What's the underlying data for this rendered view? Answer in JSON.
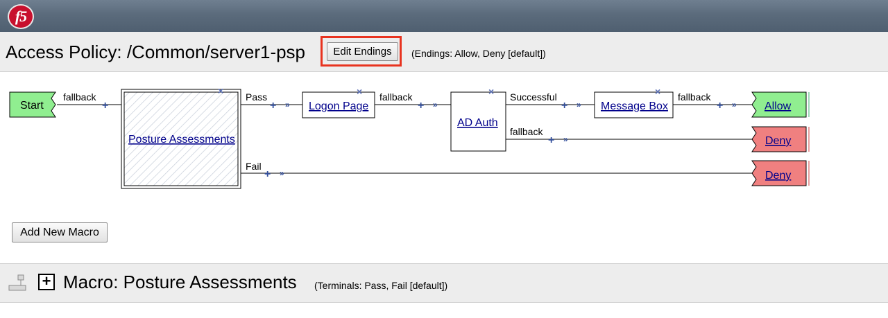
{
  "app": {
    "logo_text": "f5"
  },
  "policy": {
    "title": "Access Policy: /Common/server1-psp",
    "edit_endings_label": "Edit Endings",
    "endings_info": "(Endings: Allow, Deny [default])"
  },
  "flow": {
    "start_label": "Start",
    "nodes": {
      "posture": "Posture Assessments",
      "logon": "Logon Page",
      "adauth": "AD Auth",
      "message": "Message Box"
    },
    "branches": {
      "start_fallback": "fallback",
      "pass": "Pass",
      "fail": "Fail",
      "logon_fallback": "fallback",
      "successful": "Successful",
      "adauth_fallback": "fallback",
      "message_fallback": "fallback"
    },
    "endings": {
      "allow": "Allow",
      "deny_1": "Deny",
      "deny_2": "Deny"
    },
    "icons": {
      "add": "+",
      "remove": "×",
      "arrow": "»"
    },
    "colors": {
      "allow": "#90ee90",
      "deny": "#f08080",
      "start": "#90ee90"
    }
  },
  "buttons": {
    "add_macro": "Add New Macro"
  },
  "macro": {
    "title": "Macro: Posture Assessments",
    "terminals": "(Terminals: Pass, Fail [default])",
    "expand_symbol": "+"
  }
}
